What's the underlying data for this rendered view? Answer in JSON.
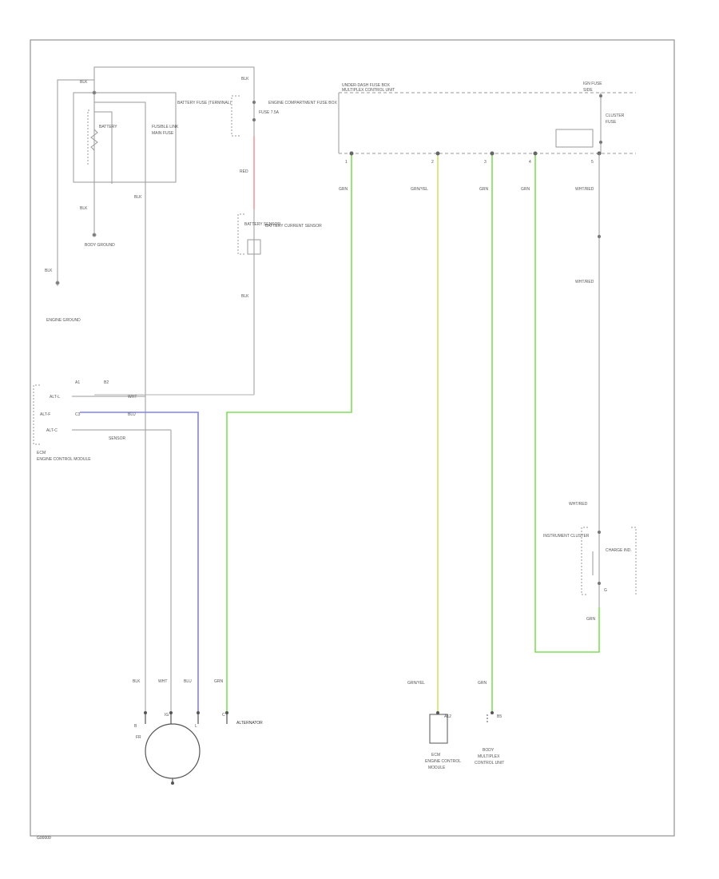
{
  "caption": "G00000",
  "colors": {
    "frame": "#9a9a9a",
    "wire": "#9a9a9a",
    "wire_dark": "#555555",
    "green": "#7fe05a",
    "yellow_green": "#d4e36a",
    "blue": "#8080f0",
    "red": "#f08080"
  },
  "labels": {
    "battery_terminal": "BLK",
    "battery": "BATTERY",
    "battery_fuse": "BATTERY FUSE (TERMINAL)",
    "fuse_label": "FUSIBLE LINK",
    "main_fuse": "MAIN FUSE",
    "body_ground": "BODY GROUND",
    "blk_left": "BLK",
    "blk_mid": "BLK",
    "blk_wire": "BLK",
    "ground_label": "ENGINE GROUND",
    "fuse_box_top": "BLK",
    "fuse_rd": "FUSE 7.5A",
    "red_wire": "RED",
    "fuse_box_label": "ENGINE COMPARTMENT FUSE BOX",
    "battery_sensor": "BATTERY SENSOR",
    "sensor_name": "BATTERY CURRENT SENSOR",
    "sensor_wire": "BLK",
    "junction_box": "UNDER-DASH FUSE BOX",
    "junction_sub": "MULTIPLEX CONTROL UNIT",
    "top_right": "IGN FUSE",
    "top_right_sub": "SIDE",
    "cluster_label": "CLUSTER",
    "cluster_sub": "FUSE",
    "pin_1": "1",
    "pin_2": "2",
    "pin_3": "3",
    "pin_4": "4",
    "pin_5": "5",
    "green_label": "GRN",
    "yel_green": "GRN/YEL",
    "grn_mid": "GRN",
    "grn_right": "GRN",
    "wht_label": "WHT/RED",
    "wht_label2": "WHT/RED",
    "ecm_pin1": "ALT-L",
    "ecm_pin2": "ALT-F",
    "ecm_pin3": "ALT-C",
    "ecm_a": "A1",
    "ecm_b": "B2",
    "ecm_c": "C3",
    "ecm_name": "ECM",
    "ecm_sub": "ENGINE CONTROL MODULE",
    "ecm_w1": "BLU",
    "ecm_w2": "WHT",
    "ecm_w3": "SENSOR",
    "instr": "INSTRUMENT CLUSTER",
    "charge": "CHARGE IND.",
    "wht_red_low": "WHT/RED",
    "grn_low": "GRN",
    "gnd_pin": "G",
    "alt_label": "ALTERNATOR",
    "alt_blk": "BLK",
    "alt_wht": "WHT",
    "alt_blu": "BLU",
    "alt_grn": "GRN",
    "alt_b": "B",
    "alt_ig": "IG",
    "alt_l": "L",
    "alt_c": "C",
    "alt_fr": "FR",
    "sensor_bot": "ECM",
    "sensor_bot_sub": "ENGINE CONTROL",
    "sensor_bot_sub2": "MODULE",
    "grn_yel_bot": "GRN/YEL",
    "grn_bot": "GRN",
    "unit_bot": "BODY",
    "unit_bot_sub": "MULTIPLEX",
    "unit_bot_sub2": "CONTROL UNIT",
    "pin_a": "A12",
    "pin_b": "B5"
  }
}
